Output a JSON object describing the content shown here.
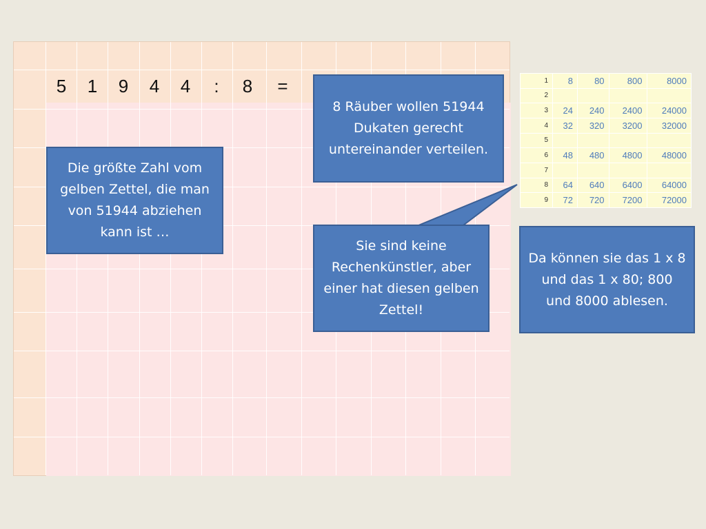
{
  "problem": {
    "tokens": [
      "5",
      "1",
      "9",
      "4",
      "4",
      ":",
      "8",
      "="
    ]
  },
  "callouts": {
    "story": "8 Räuber wollen 51944 Dukaten gerecht untereinander verteilen.",
    "hint_largest": "Die größte Zahl vom gelben Zettel, die man von 51944 abziehen kann ist …",
    "not_artists": "Sie sind keine Rechenkünstler, aber einer hat diesen gelben Zettel!",
    "read_off": "Da können sie das 1 x 8 und das 1 x 80; 800 und 8000 ablesen."
  },
  "yellow_note": {
    "rows": [
      {
        "n": "1",
        "v": [
          "8",
          "80",
          "800",
          "8000"
        ]
      },
      {
        "n": "2",
        "v": [
          "",
          "",
          "",
          ""
        ]
      },
      {
        "n": "3",
        "v": [
          "24",
          "240",
          "2400",
          "24000"
        ]
      },
      {
        "n": "4",
        "v": [
          "32",
          "320",
          "3200",
          "32000"
        ]
      },
      {
        "n": "5",
        "v": [
          "",
          "",
          "",
          ""
        ]
      },
      {
        "n": "6",
        "v": [
          "48",
          "480",
          "4800",
          "48000"
        ]
      },
      {
        "n": "7",
        "v": [
          "",
          "",
          "",
          ""
        ]
      },
      {
        "n": "8",
        "v": [
          "64",
          "640",
          "6400",
          "64000"
        ]
      },
      {
        "n": "9",
        "v": [
          "72",
          "720",
          "7200",
          "72000"
        ]
      }
    ]
  },
  "colors": {
    "callout_fill": "#4e7bbb",
    "grid_fill": "#fbe4d2",
    "work_area": "#fde5e5",
    "yellow_note": "#fdfbd3"
  }
}
